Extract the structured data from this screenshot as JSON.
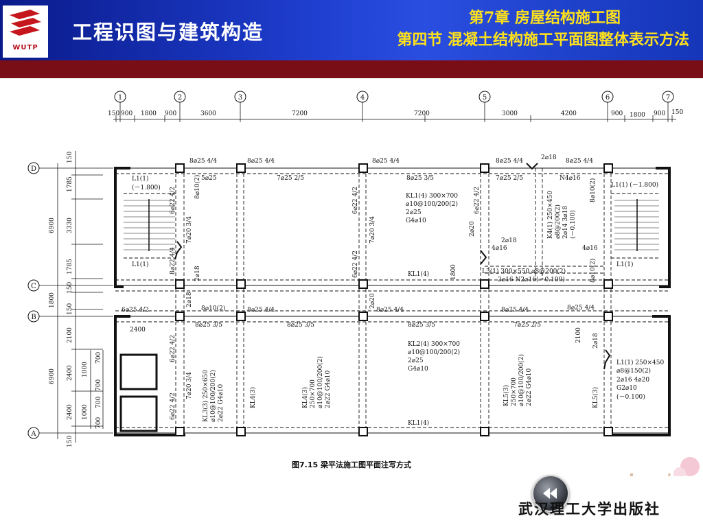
{
  "header": {
    "logo_text": "WUTP",
    "book_title": "工程识图与建筑构造",
    "chapter": "第7章    房屋结构施工图",
    "section": "第四节  混凝土结构施工平面图整体表示方法"
  },
  "drawing": {
    "axis_numbers": [
      "1",
      "2",
      "3",
      "4",
      "5",
      "6",
      "7"
    ],
    "axis_letters": [
      "D",
      "C",
      "B",
      "A"
    ],
    "top_dims": [
      "150",
      "900",
      "1800",
      "900",
      "3600",
      "7200",
      "7200",
      "3000",
      "4200",
      "900",
      "1800",
      "900",
      "150"
    ],
    "left_dims_outer": [
      "6900",
      "1800",
      "6900"
    ],
    "left_dims_inner": [
      "150",
      "1785",
      "3330",
      "1785",
      "150",
      "150",
      "2100",
      "2400",
      "2400",
      "150"
    ],
    "left_dims_small": [
      "1000",
      "700",
      "1000",
      "700",
      "700",
      "700"
    ],
    "top_beam_labels": [
      "8⌀25 4/4",
      "8⌀25 4/4",
      "8⌀25 4/4",
      "8⌀25 4/4",
      "8⌀25 4/4",
      "2⌀18"
    ],
    "mid_beam_labels": [
      "6⌀25 4/2",
      "8⌀25 4/4",
      "2⌀20",
      "8⌀25 4/4",
      "8⌀25 4/4",
      "8⌀25 4/4"
    ],
    "bottom_beam_labels": [
      "8⌀25 3/5",
      "8⌀25 3/5",
      "8⌀25 3/5",
      "7⌀25 2/5"
    ],
    "upper_beam_labels": [
      "5⌀25",
      "7⌀25 2/5",
      "8⌀25 3/5",
      "7⌀25 2/5",
      "N4⌀16"
    ],
    "vert_labels": [
      "6⌀22 4/2",
      "7⌀20 3/4",
      "8⌀22 4/4",
      "6⌀22 4/2",
      "7⌀20 3/4",
      "6⌀22 4/2",
      "6⌀22 4/2",
      "6⌀22 4/2",
      "7⌀20 3/4",
      "6⌀22 4/2"
    ],
    "misc_labels": [
      "8⌀10(2)",
      "2⌀18",
      "2⌀20",
      "2⌀18",
      "4⌀16",
      "4⌀16",
      "1800",
      "2100",
      "2⌀18",
      "8⌀10(2)",
      "8⌀10(2)",
      "8⌀10(2)",
      "2⌀18"
    ],
    "room_labels": [
      "L1(1)",
      "(－1.800)",
      "L1(1)",
      "L1(1)  (－1.800)",
      "L1(1)",
      "KL1(4)",
      "KL1(4)",
      "2400"
    ],
    "kl1_block": [
      "KL1(4)  300×700",
      "⌀10@100/200(2)",
      "2⌀25",
      "G4⌀10"
    ],
    "kl2_block": [
      "KL2(4)  300×700",
      "⌀10@100/200(2)",
      "2⌀25",
      "G4⌀10"
    ],
    "k4_block": [
      "K4(1) 250×450",
      "⌀8@200(2)",
      "2⌀14  3⌀18",
      "(－0.100)"
    ],
    "l3_block": [
      "L3(1)  300×550   ⌀8@200(2)",
      "2⌀16  N2⌀16(－0.100)"
    ],
    "l1_block": [
      "L1(1)  250×450",
      "⌀8@150(2)",
      "2⌀16  4⌀20",
      "G2⌀10",
      "(－0.100)"
    ],
    "kl3_block": [
      "KL3(3)  250×650",
      "⌀10@100/200(2)",
      "2⌀22  G4⌀10"
    ],
    "kl4_block": [
      "KL4(3)",
      "250×700",
      "⌀10@100/200(2)",
      "2⌀22  G4⌀10"
    ],
    "kl5_block": [
      "KL5(3)",
      "250×700",
      "⌀10@100/200(2)",
      "2⌀22  G4⌀10"
    ],
    "kl4_single": "KL4(3)",
    "kl5_single": "KL5(3)",
    "caption": "图7.15  梁平法施工图平面注写方式"
  },
  "publisher": "武汉理工大学出版社",
  "colors": {
    "header_blue": "#1f3fd0",
    "band_red": "#7a0e16",
    "title_yellow": "#ffe21a"
  }
}
